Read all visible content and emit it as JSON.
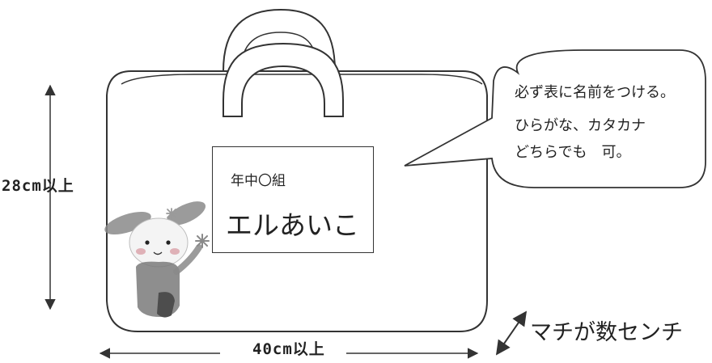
{
  "dimensions": {
    "height_label": "28cm以上",
    "width_label": "40cm以上",
    "gusset_label": "マチが数センチ"
  },
  "name_tag": {
    "class_line": "年中〇組",
    "name": "エルあいこ"
  },
  "speech_bubble": {
    "lines": [
      "必ず表に名前をつける。",
      "ひらがな、カタカナ",
      "どちらでも　可。"
    ]
  },
  "colors": {
    "line": "#333333",
    "background": "#ffffff",
    "mascot_body": "#7a7a7a",
    "mascot_pink": "#d9a0a8"
  },
  "icons": [
    "bunny-mascot-icon",
    "arrow-icon"
  ]
}
